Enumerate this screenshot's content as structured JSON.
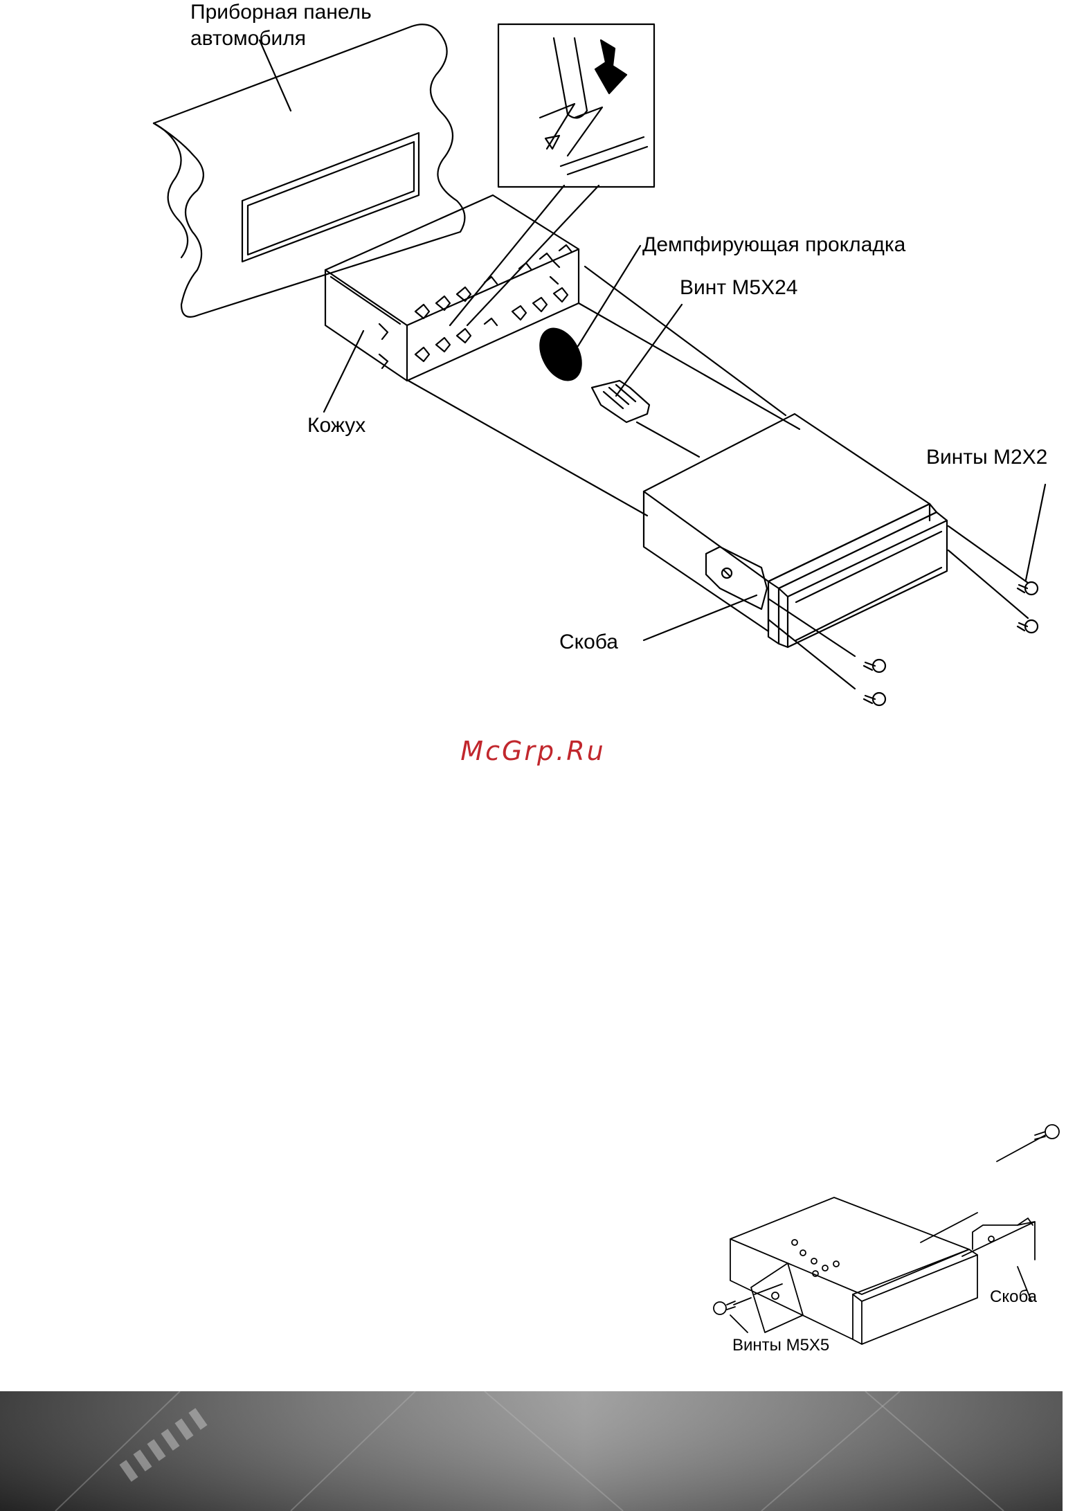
{
  "labels": {
    "dashboard_line1": "Приборная панель",
    "dashboard_line2": "автомобиля",
    "damping_pad": "Демпфирующая прокладка",
    "screw_m5x24": "Винт M5X24",
    "sleeve": "Кожух",
    "screws_m2x2": "Винты M2X2",
    "bracket": "Скоба",
    "bracket_small": "Скоба",
    "screws_m5x5": "Винты M5X5"
  },
  "watermark": "McGrp.Ru",
  "colors": {
    "watermark": "#c1272d",
    "line": "#000000",
    "footer_dark": "#2e2e2e",
    "footer_light": "#bdbdbd"
  }
}
